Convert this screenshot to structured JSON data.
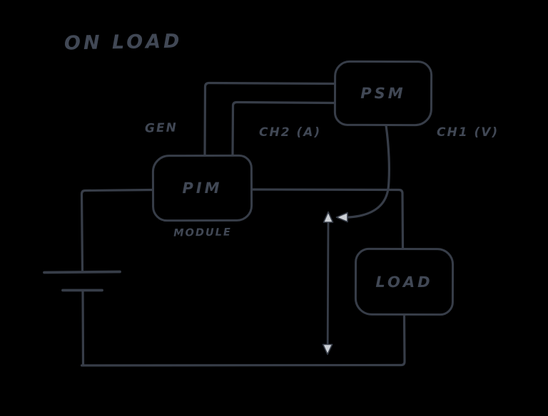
{
  "title": "ON LOAD",
  "colors": {
    "background": "#000000",
    "stroke": "#373d48",
    "text": "#414855",
    "arrowhead_fill": "#ccd0d5"
  },
  "nodes": [
    {
      "id": "psm",
      "label": "PSM"
    },
    {
      "id": "pim",
      "label": "PIM",
      "sublabel": "MODULE"
    },
    {
      "id": "load",
      "label": "LOAD"
    }
  ],
  "wire_labels": [
    {
      "id": "gen",
      "label": "GEN"
    },
    {
      "id": "ch2",
      "label": "CH2 (A)"
    },
    {
      "id": "ch1",
      "label": "CH1 (V)"
    }
  ],
  "symbols": [
    {
      "id": "battery",
      "icon": "battery-cell-symbol"
    },
    {
      "id": "voltage-span",
      "icon": "double-headed-arrow"
    },
    {
      "id": "sense-pointer",
      "icon": "curved-arrow"
    }
  ]
}
